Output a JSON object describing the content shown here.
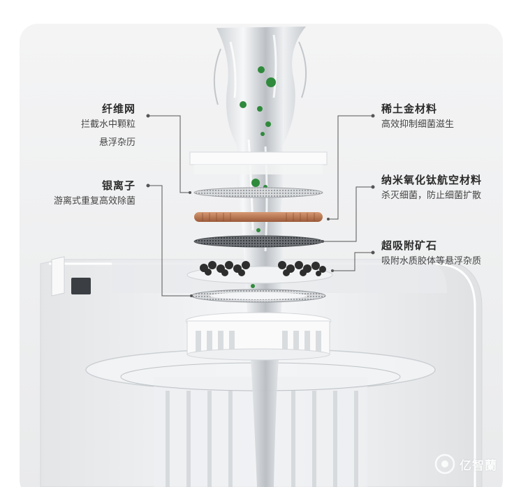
{
  "labels": {
    "fiber_mesh": {
      "title": "纤维网",
      "desc_line1": "拦截水中颗粒",
      "desc_line2": "悬浮杂历"
    },
    "silver_ion": {
      "title": "银离子",
      "desc": "游离式重复高效除菌"
    },
    "rare_earth": {
      "title": "稀土金材料",
      "desc": "高效抑制细菌滋生"
    },
    "nano_titanium": {
      "title": "纳米氧化钛航空材料",
      "desc": "杀灭细菌，防止细菌扩散"
    },
    "mineral_stone": {
      "title": "超吸附矿石",
      "desc": "吸附水质胶体等悬浮杂质"
    }
  },
  "watermark": {
    "text": "亿智蘭",
    "icon": "logo-icon"
  },
  "colors": {
    "leader_line": "#555555",
    "copper": "#b8734d",
    "stone": "#2e2e2e",
    "bacteria": "#2f8a3c"
  }
}
